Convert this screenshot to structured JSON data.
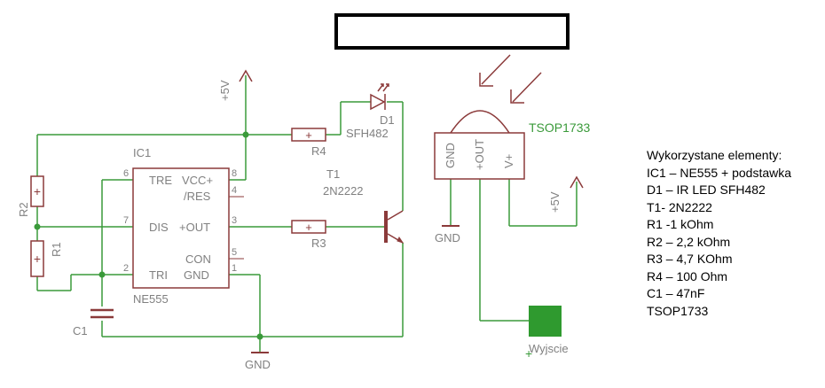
{
  "colors": {
    "wire": "#3a9a3a",
    "symbol": "#8b3a3a",
    "label": "#808080",
    "output_pad": "#2f9a2f"
  },
  "ic1": {
    "name": "IC1",
    "value": "NE555",
    "pins": {
      "tre": "TRE",
      "vcc": "VCC+",
      "res": "/RES",
      "dis": "DIS",
      "out": "+OUT",
      "tri": "TRI",
      "con": "CON",
      "gnd": "GND",
      "n2": "2",
      "n3": "3",
      "n4": "4",
      "n5": "5",
      "n6": "6",
      "n7": "7",
      "n8": "8",
      "n1": "1"
    }
  },
  "r1": {
    "name": "R1"
  },
  "r2": {
    "name": "R2"
  },
  "r3": {
    "name": "R3"
  },
  "r4": {
    "name": "R4"
  },
  "c1": {
    "name": "C1"
  },
  "d1": {
    "name": "D1",
    "value": "SFH482"
  },
  "t1": {
    "name": "T1",
    "value": "2N2222"
  },
  "tsop": {
    "name": "TSOP1733",
    "pins": {
      "gnd": "GND",
      "out": "+OUT",
      "vcc": "V+"
    }
  },
  "supply": {
    "vcc_left": "+5V",
    "vcc_right": "+5V",
    "gnd_left": "GND",
    "gnd_right": "GND"
  },
  "output": {
    "label": "Wyjscie"
  },
  "parts_list": {
    "title": "Wykorzystane elementy:",
    "items": [
      "IC1 – NE555 + podstawka",
      "D1 – IR LED SFH482",
      "T1- 2N2222",
      "R1 -1 kOhm",
      "R2 – 2,2 kOhm",
      "R3 – 4,7 KOhm",
      "R4 – 100 Ohm",
      "C1 – 47nF",
      "TSOP1733"
    ]
  }
}
